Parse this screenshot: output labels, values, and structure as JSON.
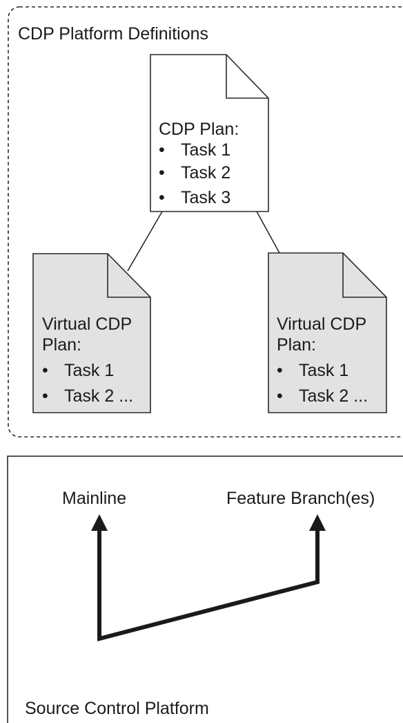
{
  "cdp_definitions": {
    "title": "CDP Platform Definitions",
    "plan": {
      "heading": "CDP Plan:",
      "tasks": [
        "Task 1",
        "Task 2",
        "Task 3"
      ]
    },
    "virtual_plans": [
      {
        "heading_line1": "Virtual CDP",
        "heading_line2": "Plan:",
        "tasks": [
          "Task 1",
          "Task 2 ..."
        ]
      },
      {
        "heading_line1": "Virtual CDP",
        "heading_line2": "Plan:",
        "tasks": [
          "Task 1",
          "Task 2 ..."
        ]
      }
    ],
    "bullet": "•"
  },
  "source_control": {
    "title": "Source Control Platform",
    "mainline_label": "Mainline",
    "feature_label": "Feature Branch(es)"
  },
  "colors": {
    "stroke": "#2a2a2a",
    "main_doc_fill": "#ffffff",
    "virtual_doc_fill": "#e2e2e2",
    "text": "#1a1a1a"
  }
}
